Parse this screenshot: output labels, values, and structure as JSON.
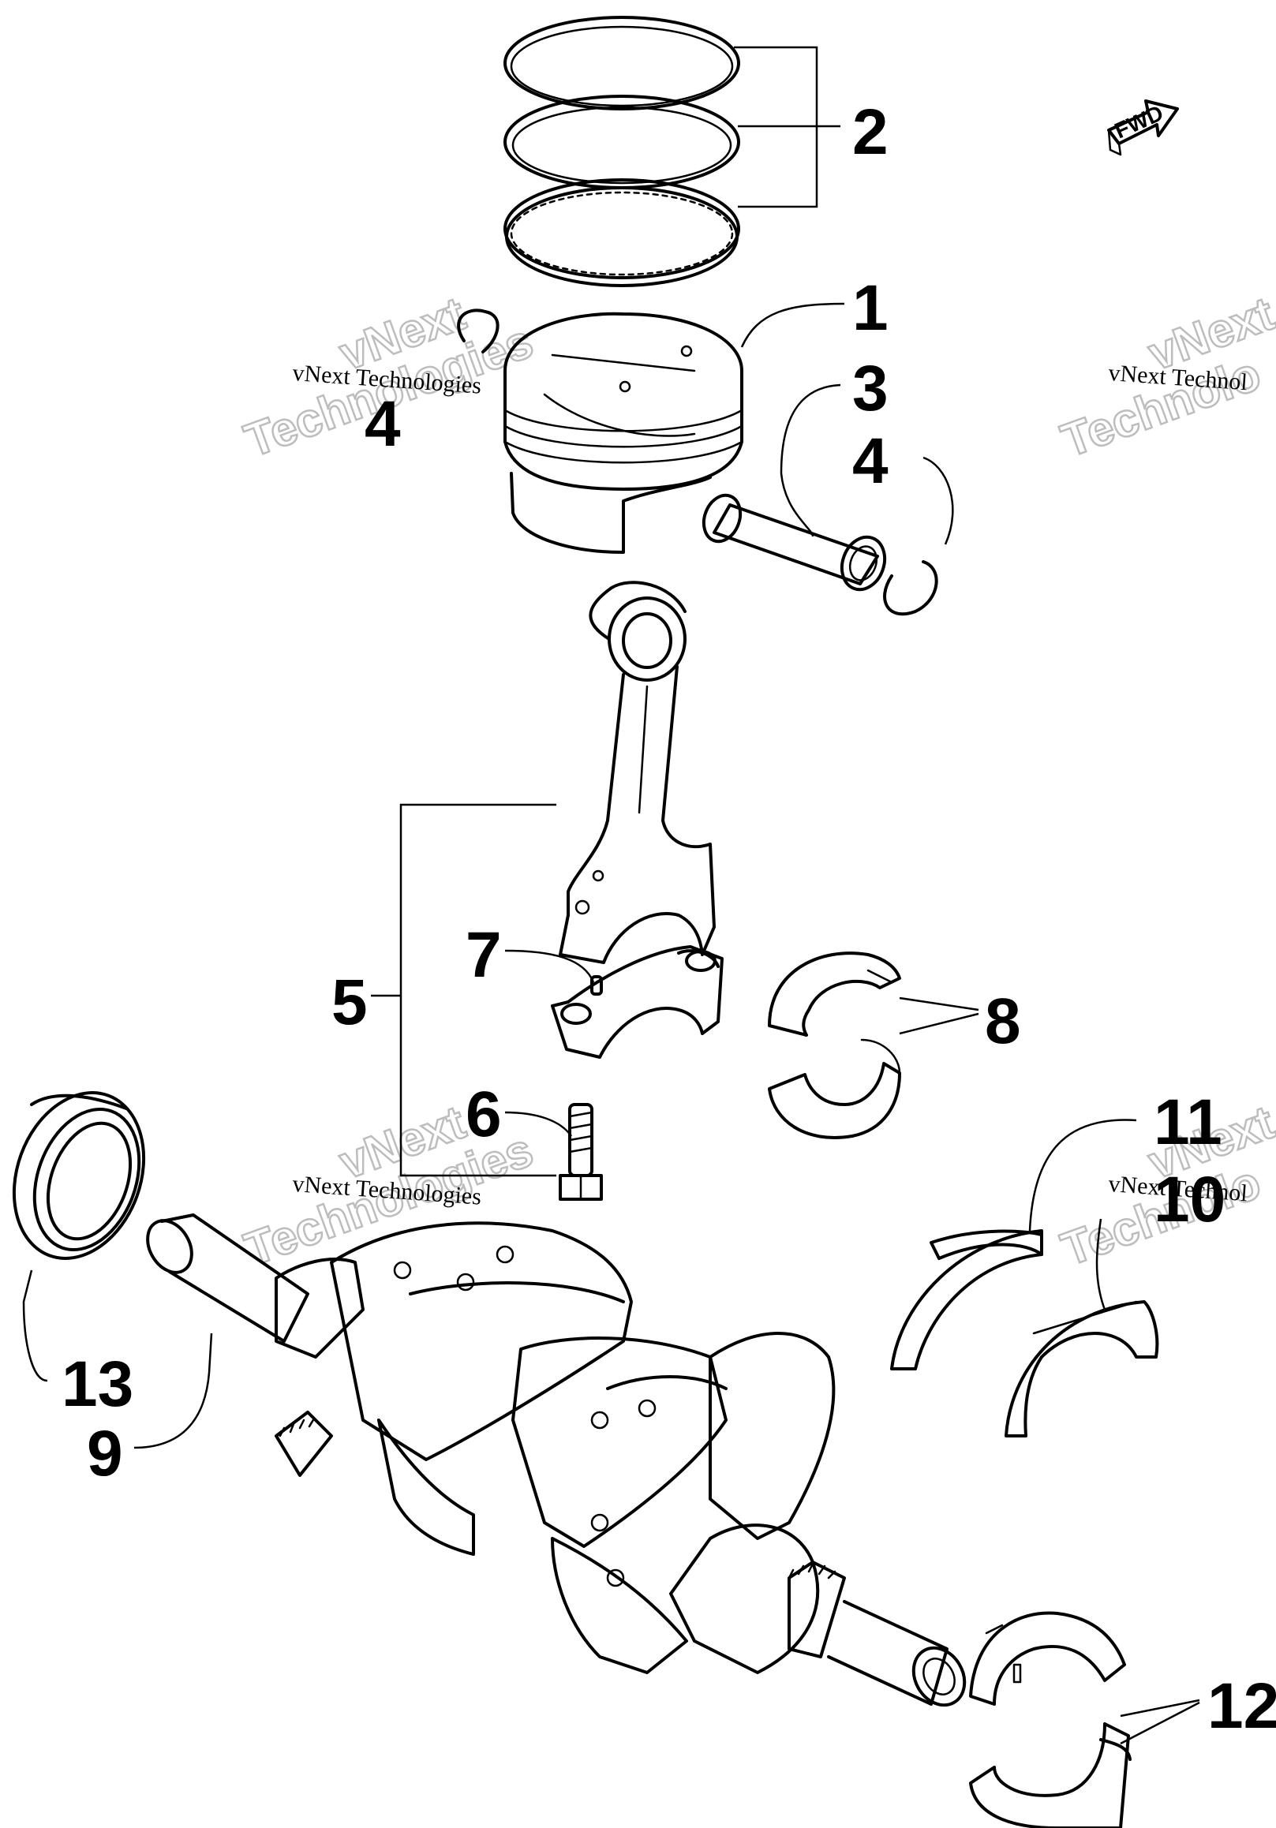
{
  "callouts": {
    "c1": "1",
    "c2": "2",
    "c3": "3",
    "c4a": "4",
    "c4b": "4",
    "c5": "5",
    "c6": "6",
    "c7": "7",
    "c8": "8",
    "c9": "9",
    "c10": "10",
    "c11": "11",
    "c12": "12",
    "c13": "13"
  },
  "fwd_label": "FWD",
  "watermark": {
    "small": "vNext Technologies",
    "small_cut": "vNext Technol",
    "big_line1": "vNext",
    "big_line2": "Technologies",
    "big_line2_cut": "Technolo"
  }
}
